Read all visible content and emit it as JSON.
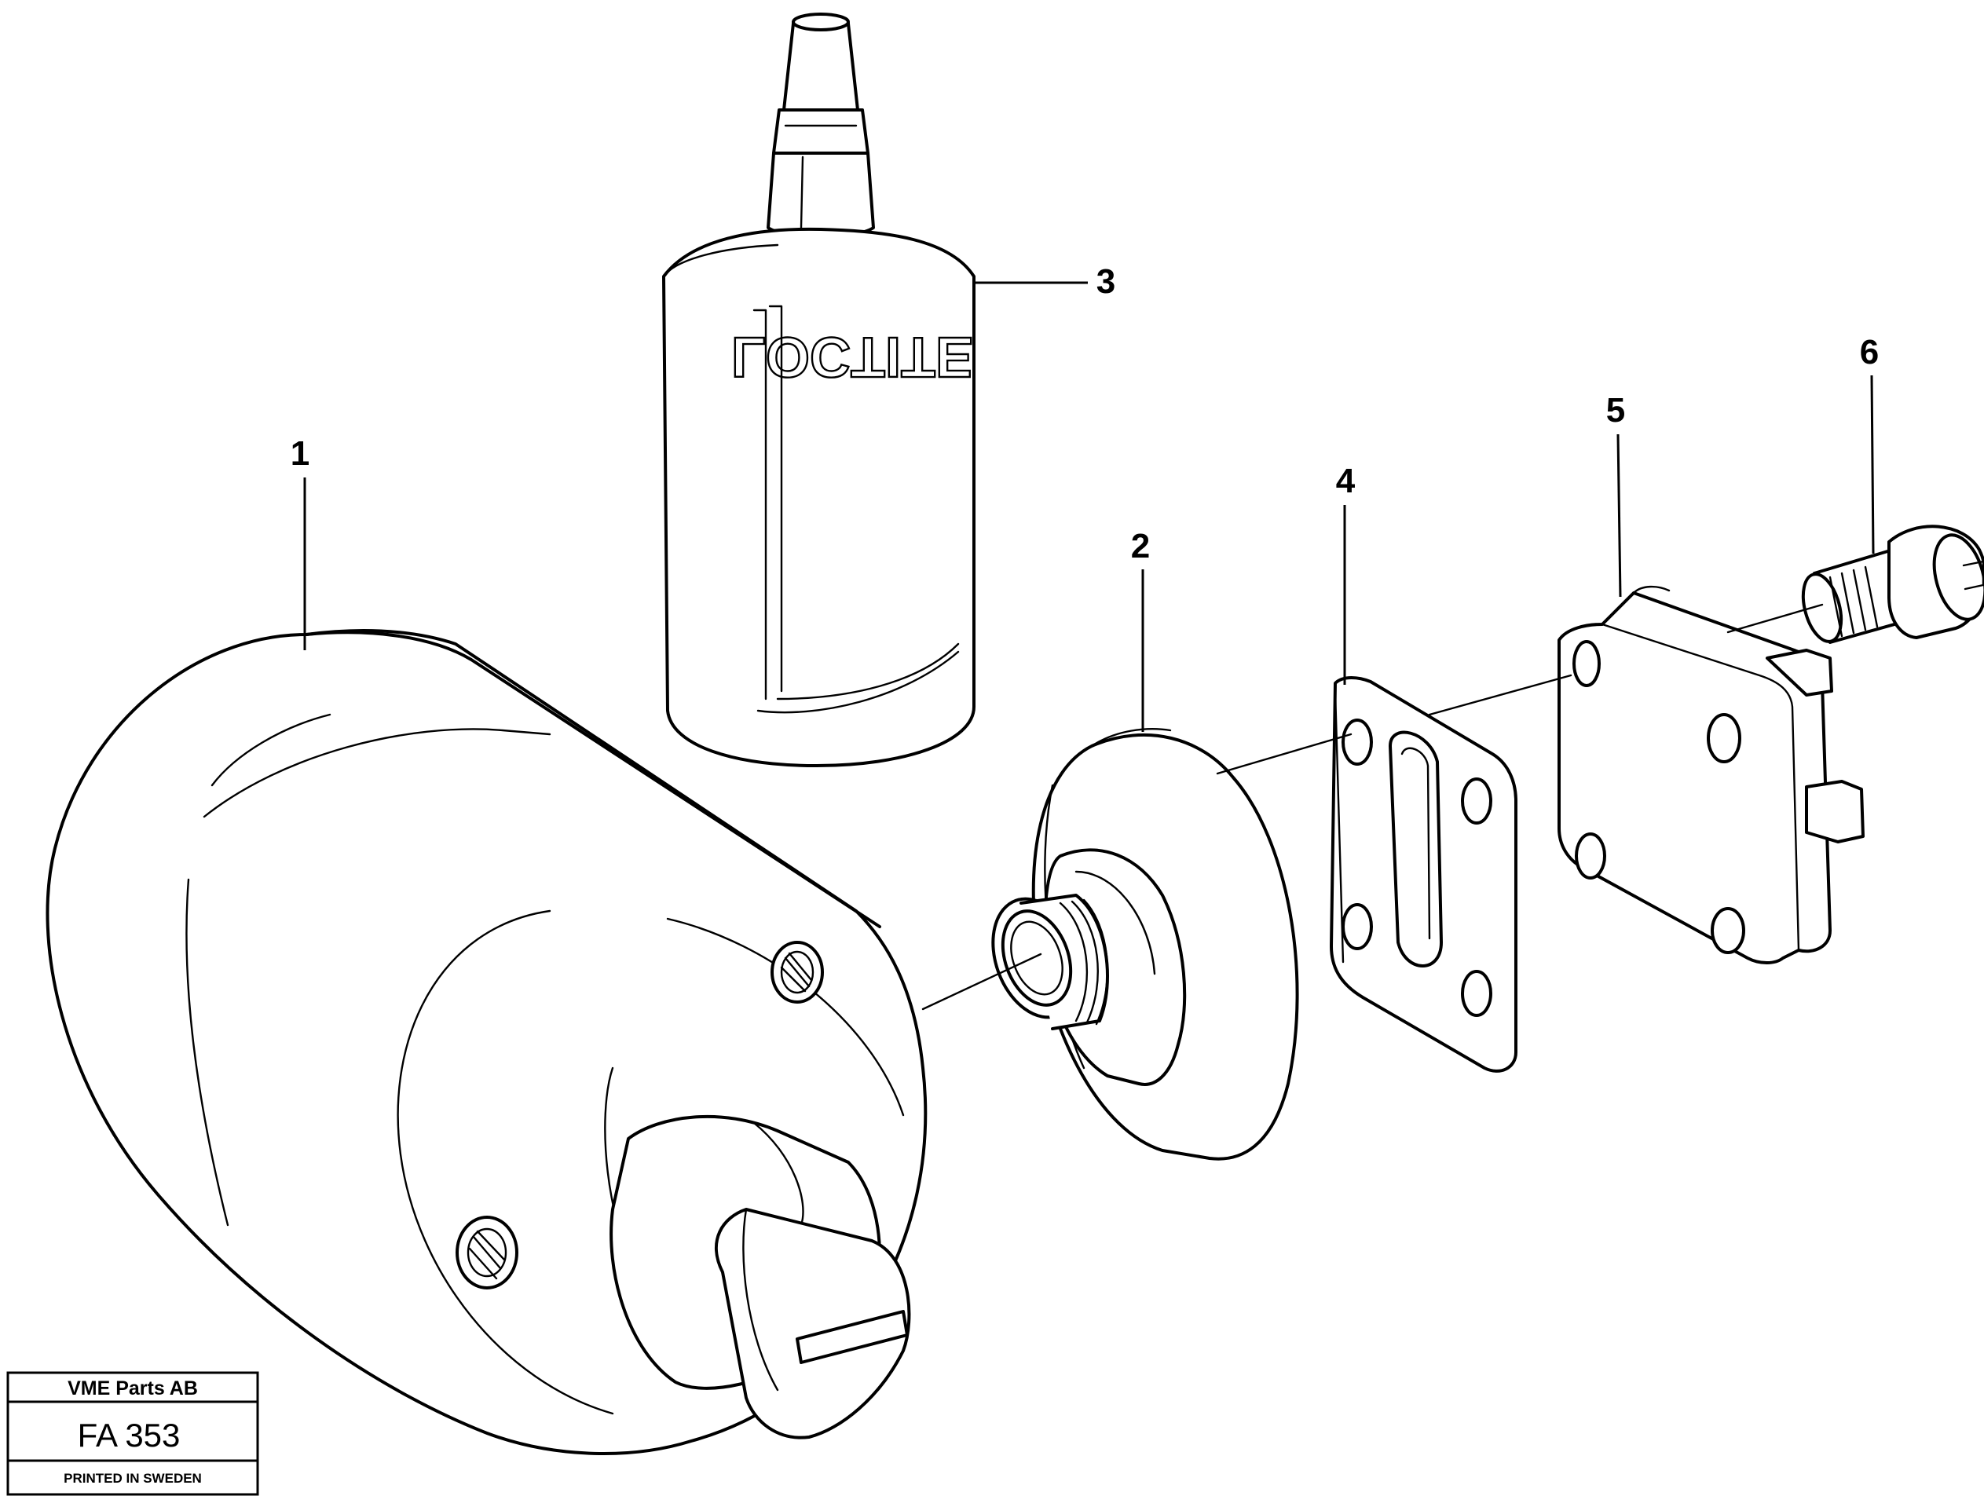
{
  "callouts": [
    {
      "id": "1",
      "label": "1"
    },
    {
      "id": "2",
      "label": "2"
    },
    {
      "id": "3",
      "label": "3"
    },
    {
      "id": "4",
      "label": "4"
    },
    {
      "id": "5",
      "label": "5"
    },
    {
      "id": "6",
      "label": "6"
    }
  ],
  "bottle_text": "LOCTITE",
  "title_block": {
    "company": "VME Parts AB",
    "code": "FA 353",
    "printed": "PRINTED IN SWEDEN"
  }
}
